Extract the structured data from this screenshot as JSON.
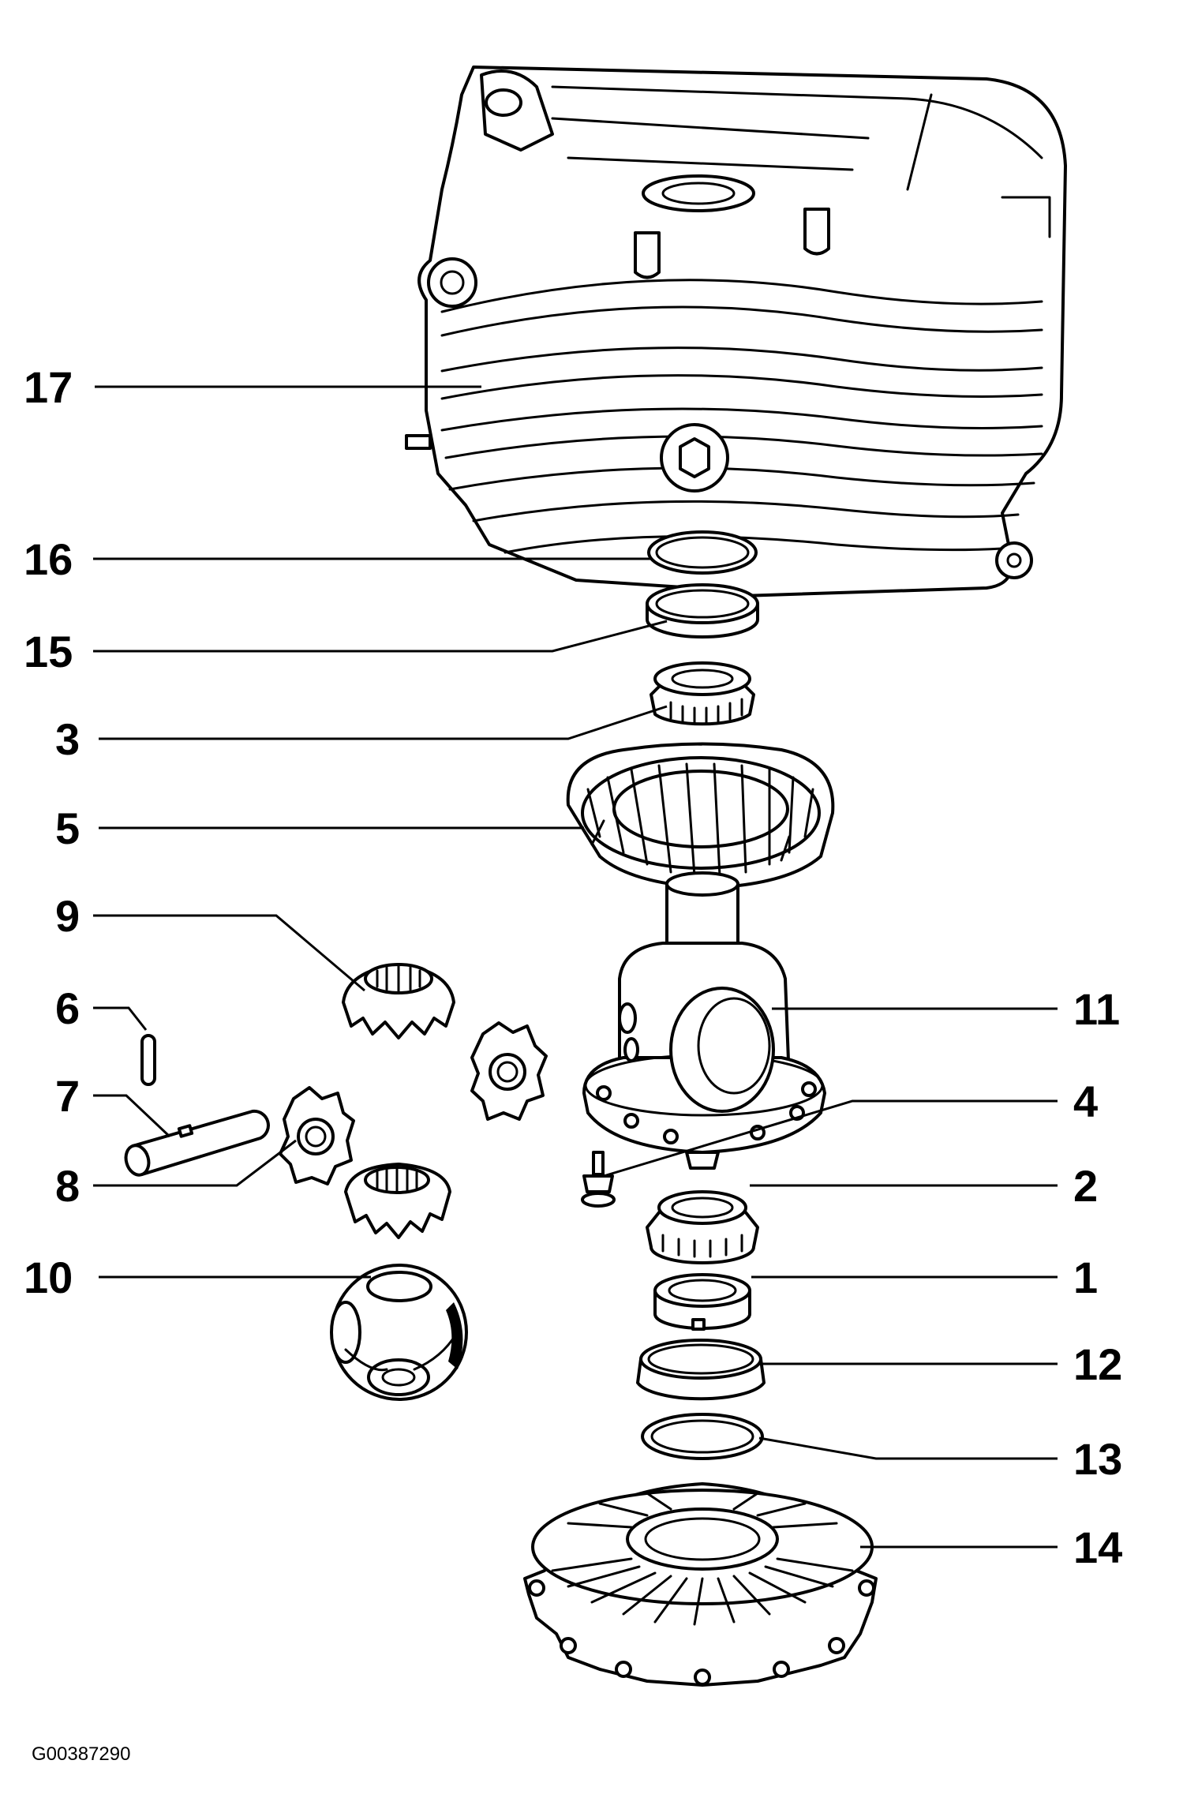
{
  "figure": {
    "id_label": "G00387290"
  },
  "callouts": {
    "c17": "17",
    "c16": "16",
    "c15": "15",
    "c3": "3",
    "c5": "5",
    "c9": "9",
    "c6": "6",
    "c7": "7",
    "c8": "8",
    "c10": "10",
    "c11": "11",
    "c4": "4",
    "c2": "2",
    "c1": "1",
    "c12": "12",
    "c13": "13",
    "c14": "14"
  },
  "colors": {
    "ink": "#000000",
    "paper": "#ffffff"
  }
}
